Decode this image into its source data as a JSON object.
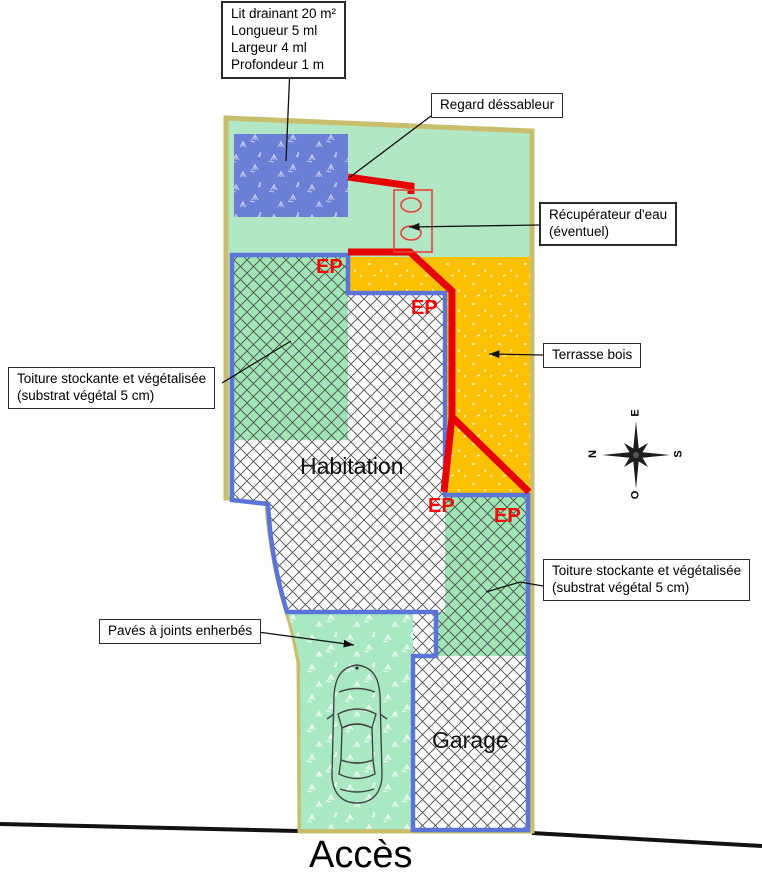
{
  "plan": {
    "labels": {
      "lit_drainant": {
        "lines": [
          "Lit drainant 20 m²",
          "Longueur 5 ml",
          "Largeur 4 ml",
          "Profondeur 1 m"
        ]
      },
      "regard": "Regard déssableur",
      "recuperateur": {
        "lines": [
          "Récupérateur d'eau",
          "(éventuel)"
        ]
      },
      "terrasse": "Terrasse bois",
      "toiture_left": {
        "lines": [
          "Toiture stockante et végétalisée",
          "(substrat végétal 5 cm)"
        ]
      },
      "toiture_right": {
        "lines": [
          "Toiture stockante et végétalisée",
          "(substrat végétal 5 cm)"
        ]
      },
      "paves": "Pavés à joints enherbés"
    },
    "areas": {
      "habitation": "Habitation",
      "garage": "Garage",
      "acces": "Accès"
    },
    "ep_label": "EP",
    "compass": {
      "east": "E",
      "north": "N",
      "south": "S",
      "west": "O"
    },
    "colors": {
      "site_green": "#b2e7c5",
      "roof_green": "#a0e5b6",
      "paves_green": "#a8e9c4",
      "terrace_orange": "#fdc101",
      "drain_blue": "#6b7fd6",
      "outline_blue": "#5b74d8",
      "boundary_tan": "#c9bd6e",
      "pipe_red": "#e60000",
      "ep_red": "#ff0000"
    }
  }
}
